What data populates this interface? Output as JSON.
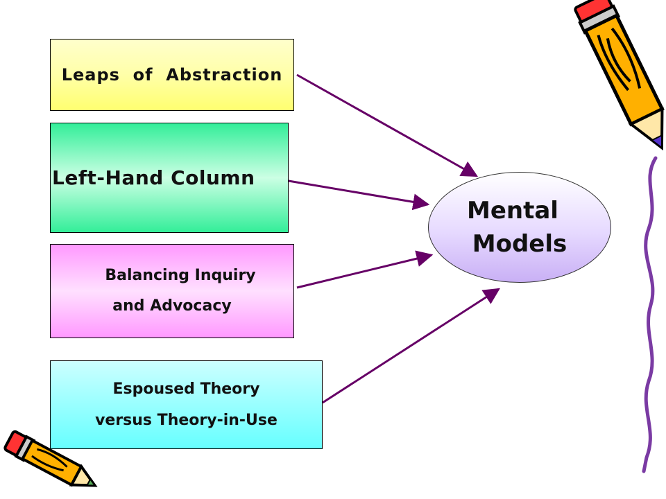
{
  "diagram": {
    "sources": [
      {
        "lines": [
          "Leaps  of  Abstraction"
        ]
      },
      {
        "lines": [
          "Left-Hand Column"
        ]
      },
      {
        "lines": [
          "Balancing Inquiry",
          "and Advocacy"
        ]
      },
      {
        "lines": [
          "Espoused Theory",
          "versus Theory-in-Use"
        ]
      }
    ],
    "target": {
      "lines": [
        "Mental",
        "Models"
      ]
    }
  },
  "colors": {
    "arrow": "#660066",
    "yellow_box": "#ffff99",
    "green_box": "#33ee99",
    "pink_box": "#ff99ff",
    "cyan_box": "#66ffff",
    "ellipse": "#ccb3ff"
  },
  "decorations": {
    "top_right": "pencil-icon",
    "bottom_left": "pencil-icon",
    "right_edge": "squiggle-line"
  }
}
